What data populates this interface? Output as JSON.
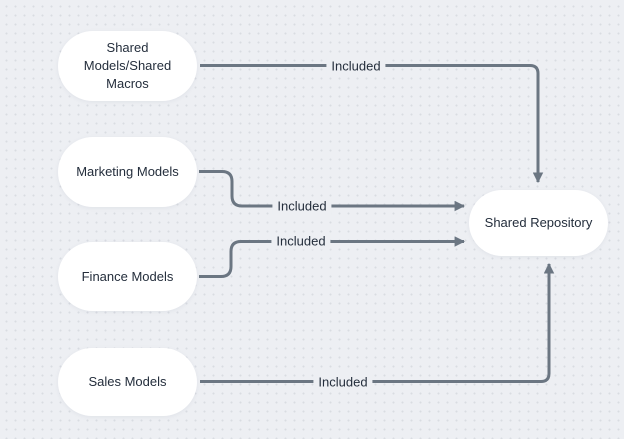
{
  "diagram": {
    "colors": {
      "background": "#edeff3",
      "dot_grid": "#d9dce2",
      "connector": "#6b7682",
      "text": "#242e3c",
      "node_fill": "#ffffff"
    },
    "nodes": [
      {
        "id": "shared-models-shared-macros",
        "lines": [
          "Shared",
          "Models/Shared",
          "Macros"
        ]
      },
      {
        "id": "marketing-models",
        "label": "Marketing Models"
      },
      {
        "id": "finance-models",
        "label": "Finance Models"
      },
      {
        "id": "sales-models",
        "label": "Sales Models"
      },
      {
        "id": "shared-repository",
        "label": "Shared Repository"
      }
    ],
    "edges": [
      {
        "from": "shared-models-shared-macros",
        "to": "shared-repository",
        "label": "Included"
      },
      {
        "from": "marketing-models",
        "to": "shared-repository",
        "label": "Included"
      },
      {
        "from": "finance-models",
        "to": "shared-repository",
        "label": "Included"
      },
      {
        "from": "sales-models",
        "to": "shared-repository",
        "label": "Included"
      }
    ]
  }
}
